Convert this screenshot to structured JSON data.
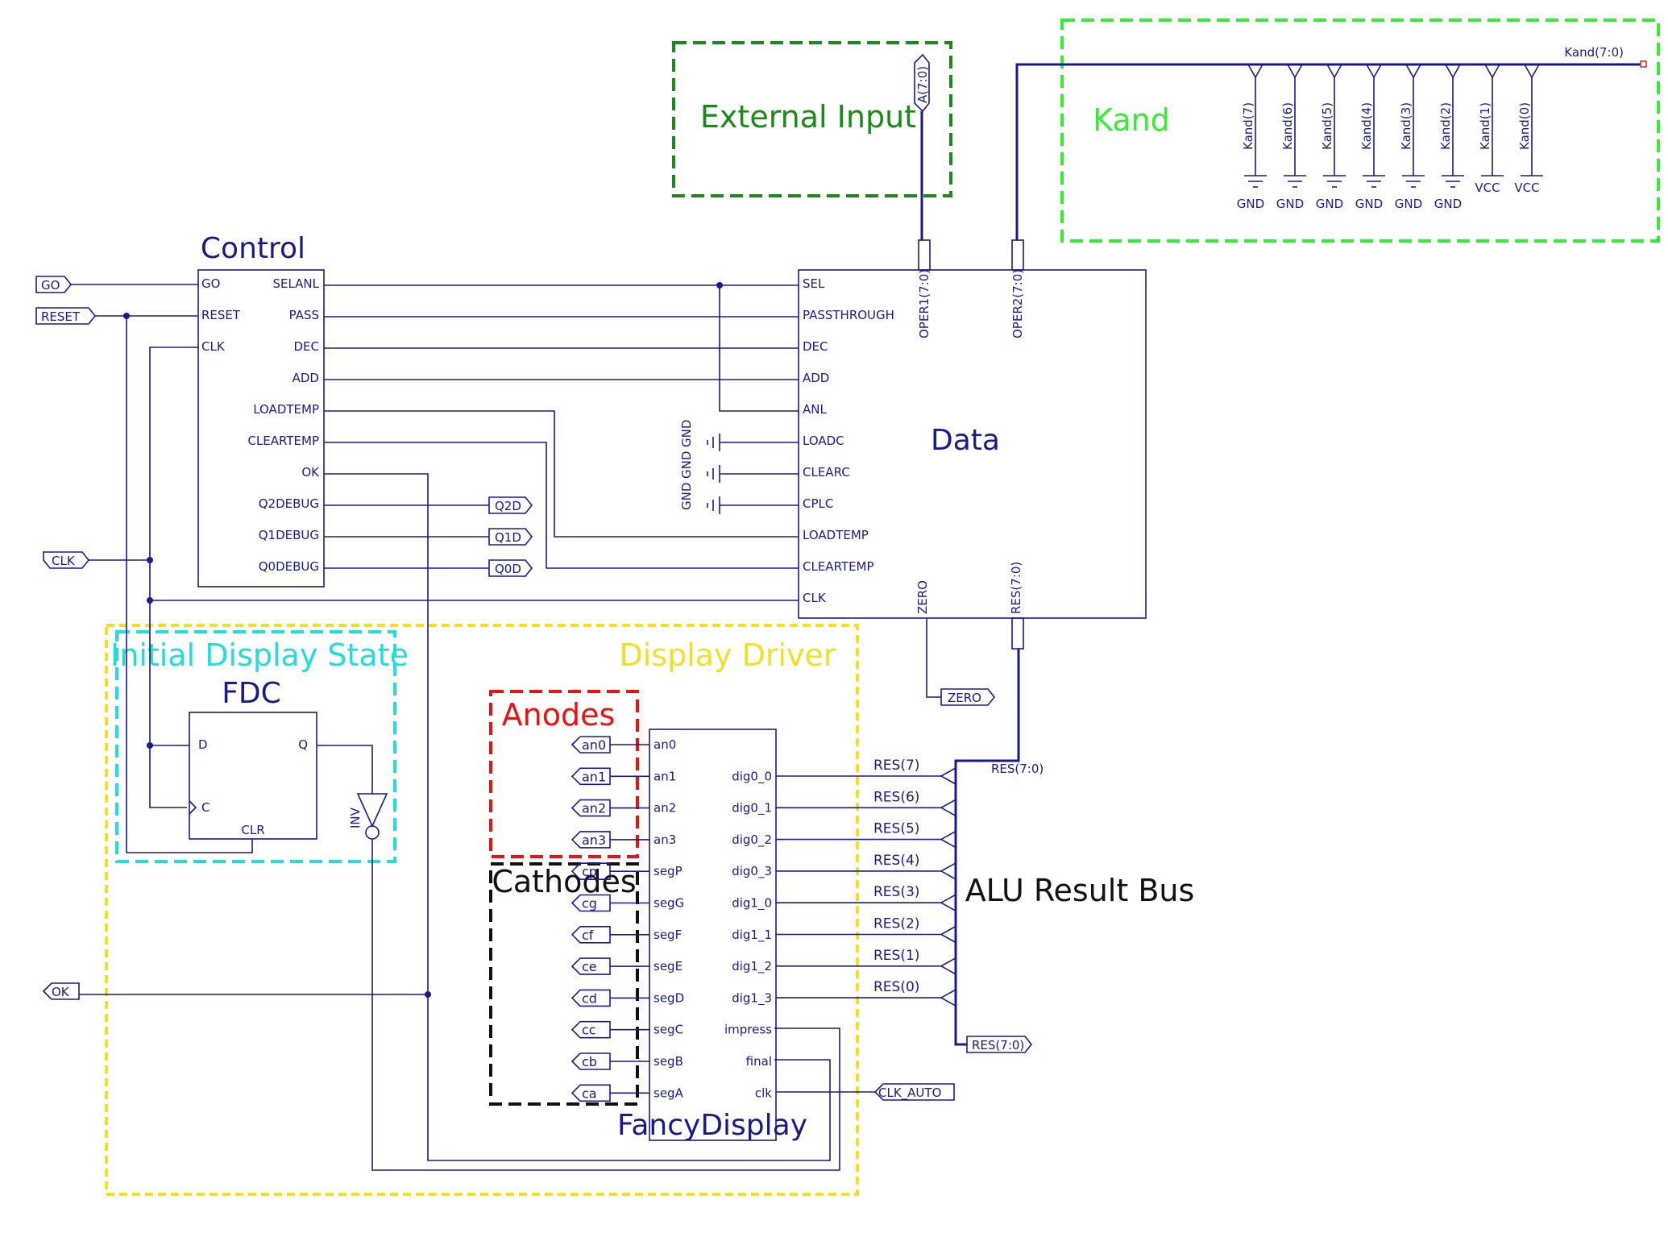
{
  "regions": {
    "external_input": "External Input",
    "kand": "Kand",
    "initial_display_state": "Initial Display State",
    "display_driver": "Display Driver",
    "anodes": "Anodes",
    "cathodes": "Cathodes",
    "alu_result_bus": "ALU Result Bus"
  },
  "colors": {
    "wire": "#1a1a8c",
    "external_input": "#1b8a1b",
    "kand": "#33ee33",
    "initial_display_state": "#22dddd",
    "display_driver": "#f2e024",
    "anodes": "#ee1111",
    "cathodes": "#111111"
  },
  "control": {
    "name": "Control",
    "inputs": [
      "GO",
      "RESET",
      "CLK"
    ],
    "outputs": [
      "SELANL",
      "PASS",
      "DEC",
      "ADD",
      "LOADTEMP",
      "CLEARTEMP",
      "OK",
      "Q2DEBUG",
      "Q1DEBUG",
      "Q0DEBUG"
    ]
  },
  "data_block": {
    "name": "Data",
    "left_pins": [
      "SEL",
      "PASSTHROUGH",
      "DEC",
      "ADD",
      "ANL",
      "LOADC",
      "CLEARC",
      "CPLC",
      "LOADTEMP",
      "CLEARTEMP",
      "CLK"
    ],
    "top_pins": [
      "OPER1(7:0)",
      "OPER2(7:0)"
    ],
    "bottom_pins": [
      "ZERO",
      "RES(7:0)"
    ],
    "gnd_labels": [
      "GND",
      "GND",
      "GND"
    ]
  },
  "fdc": {
    "name": "FDC",
    "pins": [
      "D",
      "Q",
      "C",
      "CLR"
    ],
    "inverter": "INV"
  },
  "fancy": {
    "name": "FancyDisplay",
    "left_pins": [
      "an0",
      "an1",
      "an2",
      "an3",
      "segP",
      "segG",
      "segF",
      "segE",
      "segD",
      "segC",
      "segB",
      "segA"
    ],
    "right_pins": [
      "dig0_0",
      "dig0_1",
      "dig0_2",
      "dig0_3",
      "dig1_0",
      "dig1_1",
      "dig1_2",
      "dig1_3",
      "impress",
      "final",
      "clk"
    ]
  },
  "ports": {
    "inputs": [
      "GO",
      "RESET",
      "CLK",
      "OK"
    ],
    "debug": [
      "Q2D",
      "Q1D",
      "Q0D"
    ],
    "zero": "ZERO",
    "res_out": "RES(7:0)",
    "clk_auto": "CLK_AUTO",
    "ext_a": "A(7:0)",
    "anodes": [
      "an0",
      "an1",
      "an2",
      "an3"
    ],
    "cathodes": [
      "cp",
      "cg",
      "cf",
      "ce",
      "cd",
      "cc",
      "cb",
      "ca"
    ]
  },
  "kand_bits": {
    "bus": "Kand(7:0)",
    "taps": [
      "Kand(7)",
      "Kand(6)",
      "Kand(5)",
      "Kand(4)",
      "Kand(3)",
      "Kand(2)",
      "Kand(1)",
      "Kand(0)"
    ],
    "supplies": [
      "GND",
      "GND",
      "GND",
      "GND",
      "GND",
      "GND",
      "VCC",
      "VCC"
    ]
  },
  "res_bus": {
    "bus_label": "RES(7:0)",
    "taps": [
      "RES(7)",
      "RES(6)",
      "RES(5)",
      "RES(4)",
      "RES(3)",
      "RES(2)",
      "RES(1)",
      "RES(0)"
    ]
  }
}
